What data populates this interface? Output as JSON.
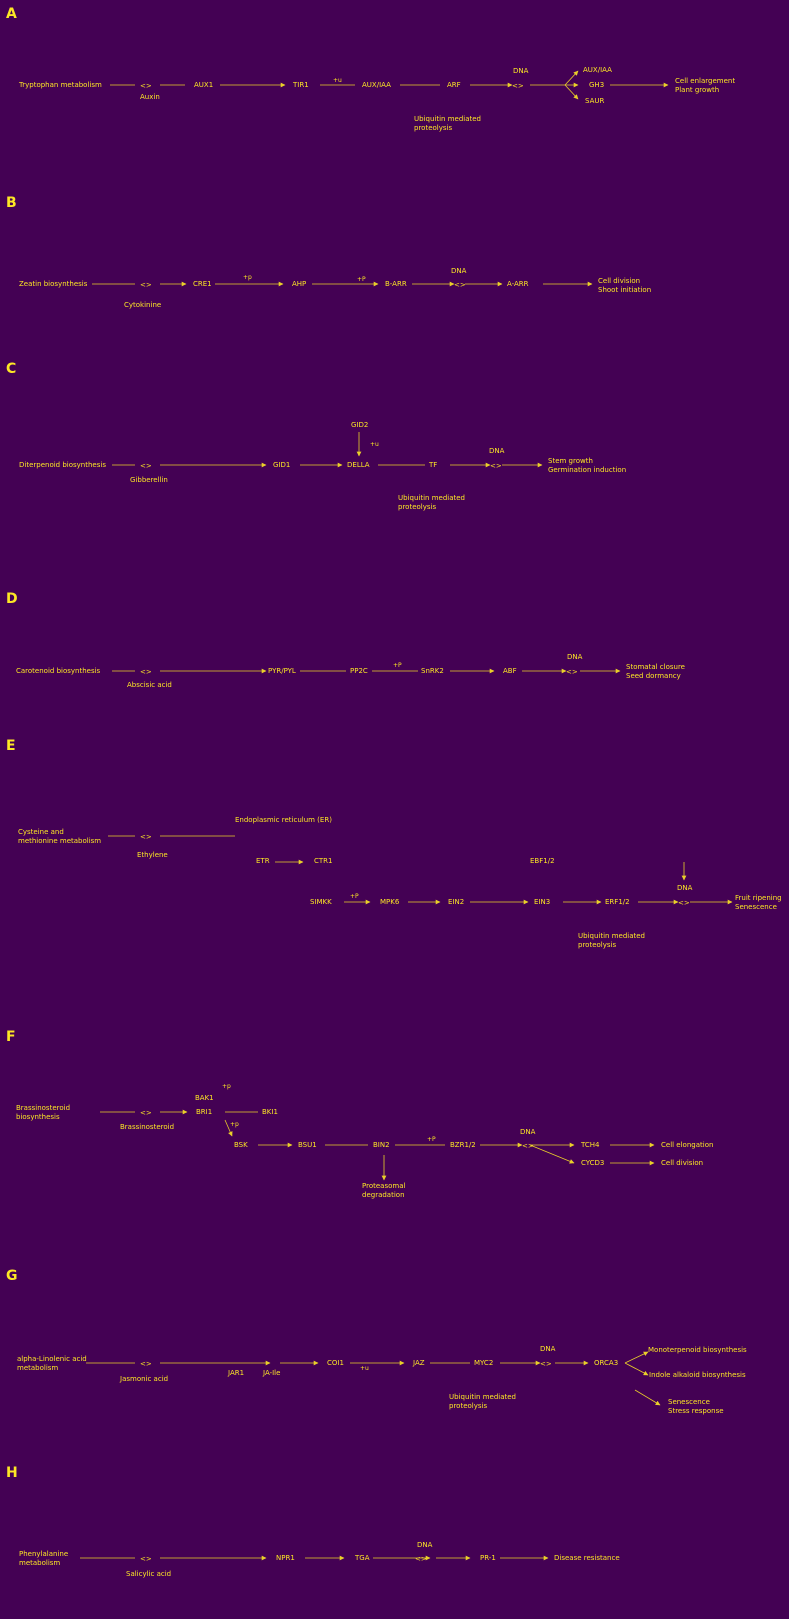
{
  "panels": {
    "A": {
      "letter": "A",
      "start": "Tryptophan metabolism",
      "ligand": "Auxin",
      "receptor": "AUX1",
      "tir": "TIR1",
      "aux_iaa": "AUX/IAA",
      "arf": "ARF",
      "dna": "DNA",
      "targets": [
        "AUX/IAA",
        "GH3",
        "SAUR"
      ],
      "outcome": "Cell enlargement\nPlant growth",
      "degradation": "Ubiquitin mediated\nproteolysis",
      "ub": "+u"
    },
    "B": {
      "letter": "B",
      "start": "Zeatin biosynthesis",
      "ligand": "Cytokinine",
      "receptor": "CRE1",
      "p1": "+p",
      "ahp": "AHP",
      "p2": "+P",
      "b_arr": "B-ARR",
      "dna": "DNA",
      "a_arr": "A-ARR",
      "outcome": "Cell division\nShoot initiation"
    },
    "C": {
      "letter": "C",
      "start": "Diterpenoid biosynthesis",
      "ligand": "Gibberellin",
      "receptor": "GID1",
      "gid2": "GID2",
      "ub": "+u",
      "della": "DELLA",
      "tf": "TF",
      "dna": "DNA",
      "outcome": "Stem growth\nGermination induction",
      "degradation": "Ubiquitin mediated\nproteolysis"
    },
    "D": {
      "letter": "D",
      "start": "Carotenoid biosynthesis",
      "ligand": "Abscisic acid",
      "receptor": "PYR/PYL",
      "pp2c": "PP2C",
      "p": "+P",
      "snrk2": "SnRK2",
      "abf": "ABF",
      "dna": "DNA",
      "outcome": "Stomatal closure\nSeed dormancy"
    },
    "E": {
      "letter": "E",
      "start": "Cysteine and\nmethionine metabolism",
      "ligand": "Ethylene",
      "er": "Endoplasmic reticulum (ER)",
      "etr": "ETR",
      "ctr1": "CTR1",
      "simkk": "SIMKK",
      "p": "+P",
      "mpk6": "MPK6",
      "ein2": "EIN2",
      "ebf": "EBF1/2",
      "ein3": "EIN3",
      "erf": "ERF1/2",
      "dna": "DNA",
      "outcome": "Fruit ripening\nSenescence",
      "degradation": "Ubiquitin mediated\nproteolysis"
    },
    "F": {
      "letter": "F",
      "start": "Brassinosteroid\nbiosynthesis",
      "ligand": "Brassinosteroid",
      "bak1": "BAK1",
      "bri1": "BRI1",
      "bki1": "BKI1",
      "p1": "+p",
      "p2": "+p",
      "bsk": "BSK",
      "bsu1": "BSU1",
      "bin2": "BIN2",
      "p3": "+P",
      "bzr": "BZR1/2",
      "dna": "DNA",
      "tch4": "TCH4",
      "cycd3": "CYCD3",
      "outcome1": "Cell elongation",
      "outcome2": "Cell division",
      "degradation": "Proteasomal\ndegradation"
    },
    "G": {
      "letter": "G",
      "start": "alpha-Linolenic acid\nmetabolism",
      "ligand": "Jasmonic acid",
      "jar1": "JAR1",
      "ja_ile": "JA-Ile",
      "coi1": "COI1",
      "ub": "+u",
      "jaz": "JAZ",
      "myc2": "MYC2",
      "dna": "DNA",
      "orca3": "ORCA3",
      "outcome1": "Monoterpenoid biosynthesis",
      "outcome2": "Indole alkaloid biosynthesis",
      "outcome3": "Senescence\nStress response",
      "degradation": "Ubiquitin mediated\nproteolysis"
    },
    "H": {
      "letter": "H",
      "start": "Phenylalanine\nmetabolism",
      "ligand": "Salicylic acid",
      "npr1": "NPR1",
      "tga": "TGA",
      "dna": "DNA",
      "pr1": "PR-1",
      "outcome": "Disease resistance"
    }
  }
}
